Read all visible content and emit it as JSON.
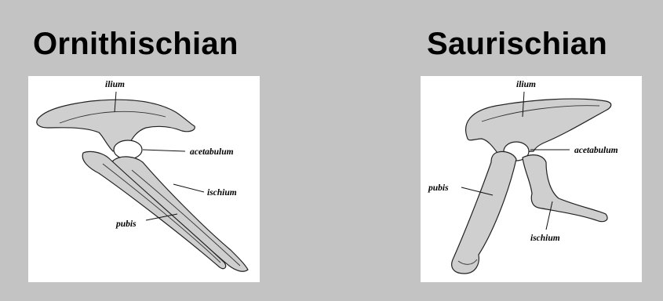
{
  "left": {
    "title": "Ornithischian",
    "labels": {
      "ilium": "ilium",
      "acetabulum": "acetabulum",
      "ischium": "ischium",
      "pubis": "pubis"
    }
  },
  "right": {
    "title": "Saurischian",
    "labels": {
      "ilium": "ilium",
      "acetabulum": "acetabulum",
      "pubis": "pubis",
      "ischium": "ischium"
    }
  },
  "colors": {
    "background": "#c3c3c3",
    "panel": "#ffffff",
    "bone_fill": "#cfcfcf",
    "outline": "#222222"
  }
}
